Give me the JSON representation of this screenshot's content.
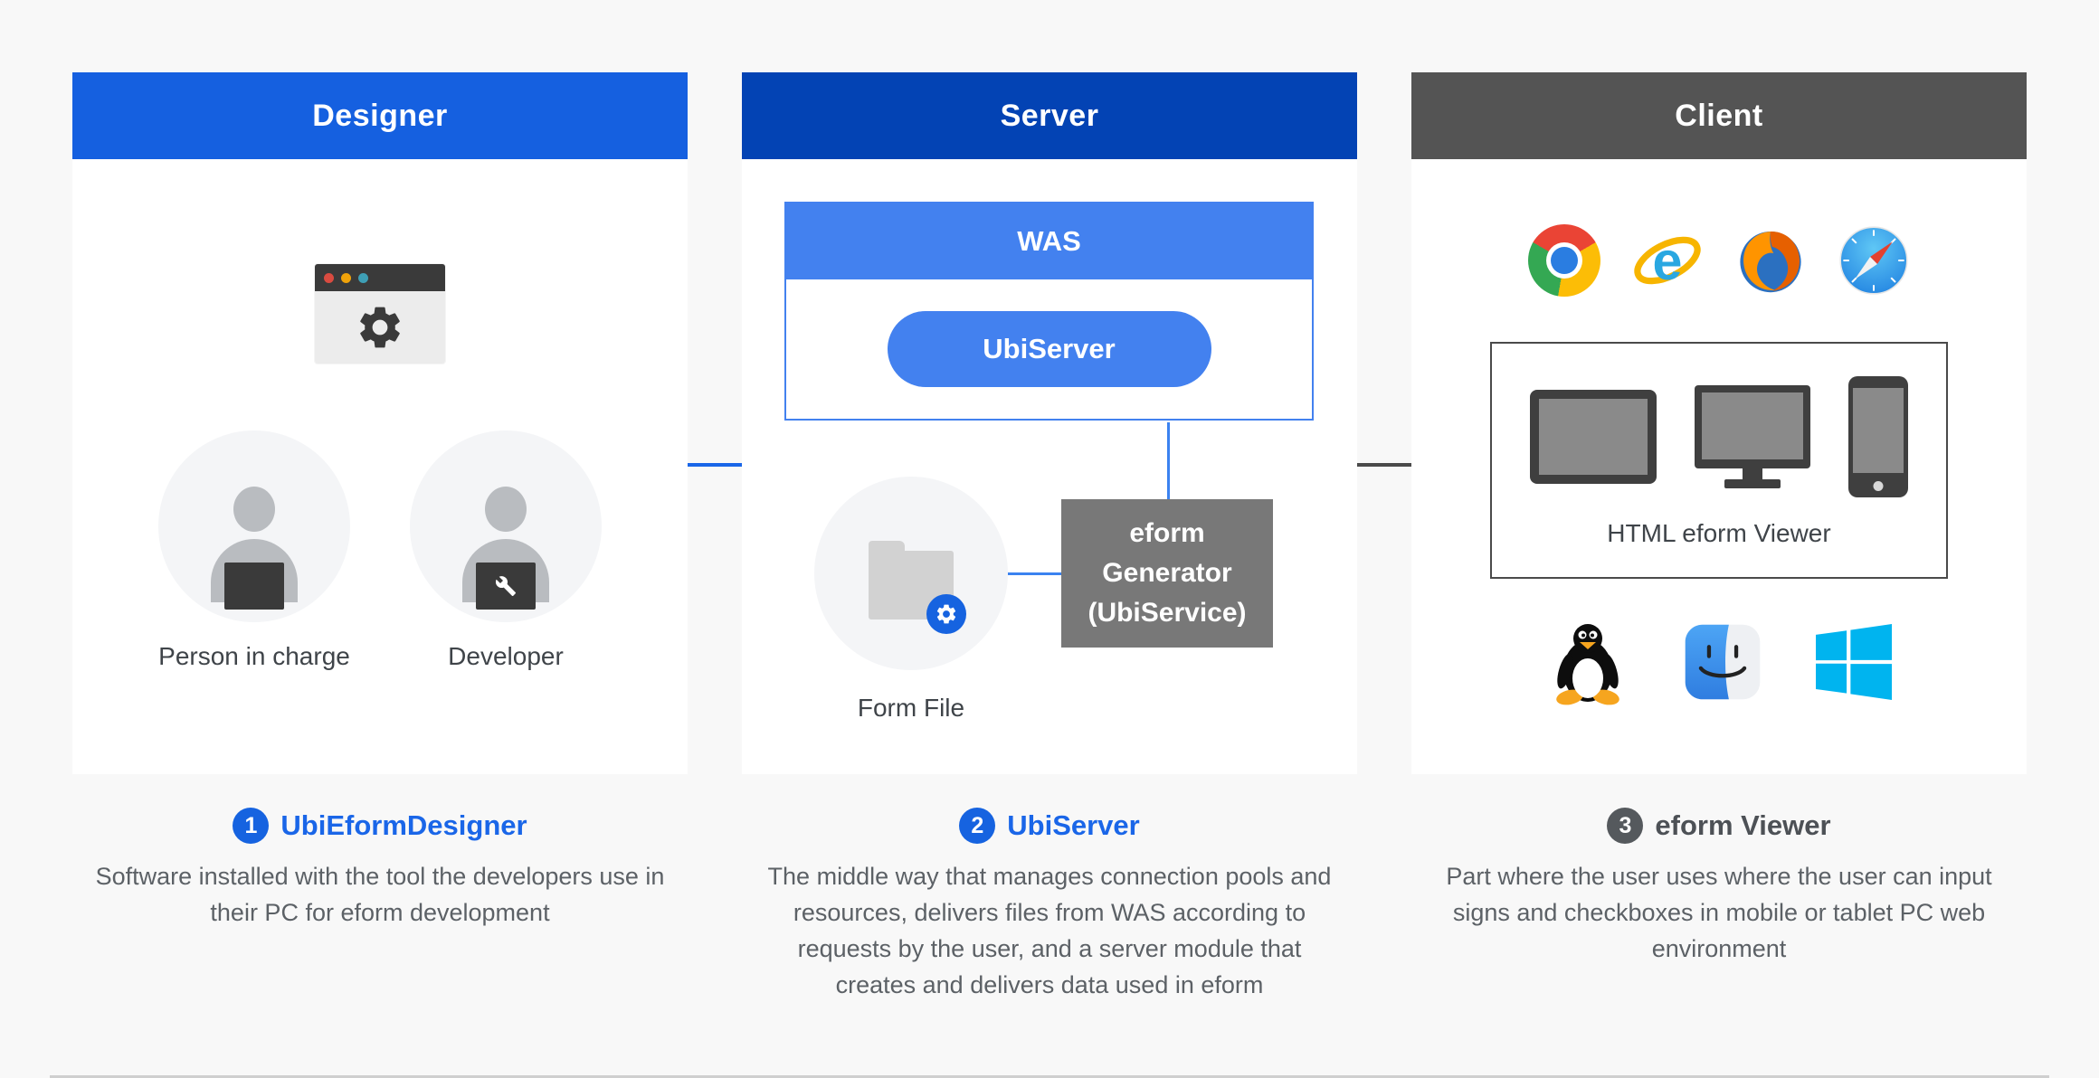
{
  "background": "#f8f8f8",
  "columns": {
    "designer": {
      "header": {
        "label": "Designer",
        "color": "#1560e0"
      },
      "app_window_icon": "app-window-gear-icon",
      "persons": [
        {
          "icon": "person-laptop-icon",
          "label": "Person in charge"
        },
        {
          "icon": "person-wrench-icon",
          "label": "Developer"
        }
      ],
      "section": {
        "number": "1",
        "badge_color": "#1663e0",
        "title": "UbiEformDesigner",
        "title_color": "#1a66e8",
        "description": "Software installed with the tool the developers use in their PC for eform development"
      }
    },
    "server": {
      "header": {
        "label": "Server",
        "color": "#0343b4"
      },
      "was": {
        "label": "WAS",
        "color": "#4381ef"
      },
      "ubiserver_pill": {
        "label": "UbiServer",
        "color": "#4381ef"
      },
      "form_file": {
        "label": "Form File",
        "icon": "folder-gear-icon"
      },
      "generator": {
        "label": "eform Generator (UbiService)",
        "color": "#787878"
      },
      "section": {
        "number": "2",
        "badge_color": "#1663e0",
        "title": "UbiServer",
        "title_color": "#1a66e8",
        "description": "The middle way that manages connection pools and resources, delivers files from WAS according to requests by the user, and a server module that creates and delivers data used in eform"
      }
    },
    "client": {
      "header": {
        "label": "Client",
        "color": "#545454"
      },
      "browser_icons": [
        "chrome-icon",
        "internet-explorer-icon",
        "firefox-icon",
        "safari-icon"
      ],
      "viewer": {
        "label": "HTML eform Viewer",
        "device_icons": [
          "tablet-icon",
          "monitor-icon",
          "smartphone-icon"
        ]
      },
      "os_icons": [
        "linux-tux-icon",
        "macos-finder-icon",
        "windows-icon"
      ],
      "section": {
        "number": "3",
        "badge_color": "#55595d",
        "title": "eform Viewer",
        "title_color": "#4d5156",
        "description": "Part where the user uses where the user can input signs and checkboxes in mobile or tablet PC web environment"
      }
    }
  },
  "connectors": {
    "designer_to_server_color": "#1a66e8",
    "server_to_client_color": "#4a4a4a"
  }
}
